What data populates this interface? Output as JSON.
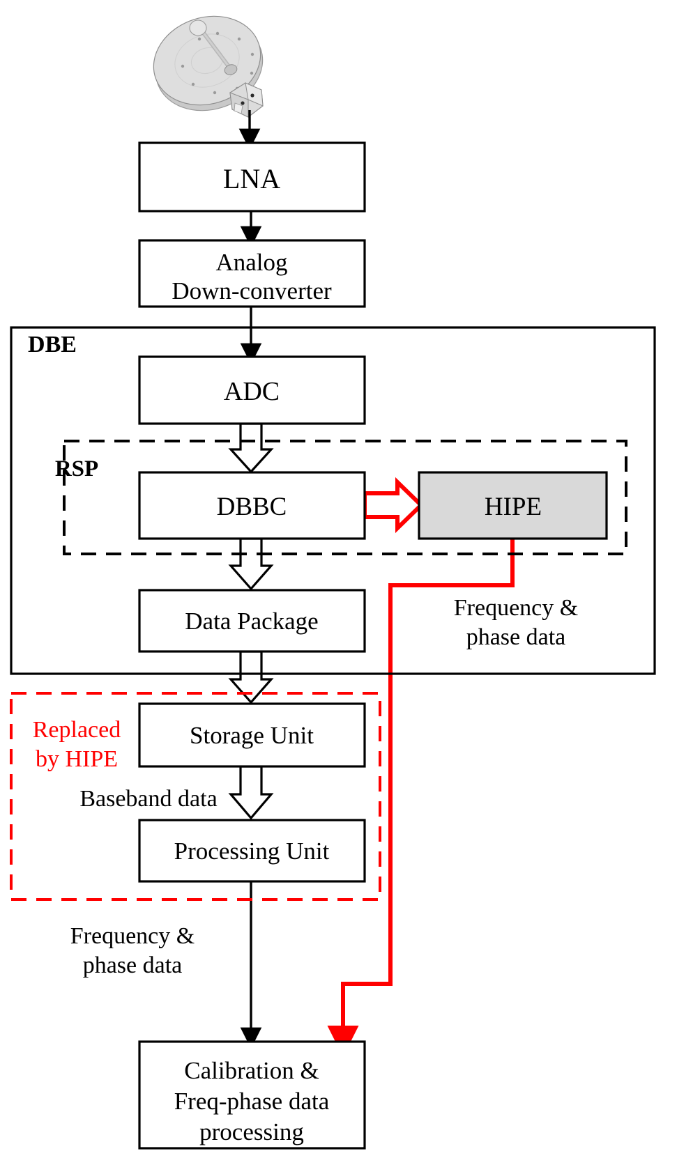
{
  "diagram": {
    "title": "Radio telescope digital backend signal chain with HIPE",
    "colors": {
      "line": "#000000",
      "highlight_red": "#ff0000",
      "hipe_fill": "#d9d9d9",
      "antenna_fill": "#d9d9d9",
      "background": "#ffffff"
    },
    "antenna": {
      "name": "antenna-dish",
      "label": ""
    },
    "nodes": [
      {
        "id": "lna",
        "label": "LNA",
        "lines": [
          "LNA"
        ]
      },
      {
        "id": "adc_down",
        "label": "Analog Down-converter",
        "lines": [
          "Analog",
          "Down-converter"
        ]
      },
      {
        "id": "adc",
        "label": "ADC",
        "lines": [
          "ADC"
        ]
      },
      {
        "id": "dbbc",
        "label": "DBBC",
        "lines": [
          "DBBC"
        ]
      },
      {
        "id": "hipe",
        "label": "HIPE",
        "lines": [
          "HIPE"
        ]
      },
      {
        "id": "datapkg",
        "label": "Data Package",
        "lines": [
          "Data Package"
        ]
      },
      {
        "id": "storage",
        "label": "Storage Unit",
        "lines": [
          "Storage Unit"
        ]
      },
      {
        "id": "processing",
        "label": "Processing Unit",
        "lines": [
          "Processing Unit"
        ]
      },
      {
        "id": "calib",
        "label": "Calibration & Freq-phase data processing",
        "lines": [
          "Calibration  &",
          "Freq-phase data",
          "processing"
        ]
      }
    ],
    "groups": [
      {
        "id": "dbe",
        "label": "DBE",
        "style": "solid-black"
      },
      {
        "id": "rsp",
        "label": "RSP",
        "style": "dashed-black"
      },
      {
        "id": "replaced",
        "label": "Replaced by HIPE",
        "lines": [
          "Replaced",
          "by HIPE"
        ],
        "style": "dashed-red"
      }
    ],
    "edge_labels": [
      {
        "id": "freq_phase_top",
        "lines": [
          "Frequency &",
          "phase data"
        ],
        "color": "#000000"
      },
      {
        "id": "baseband",
        "lines": [
          "Baseband data"
        ],
        "color": "#000000"
      },
      {
        "id": "freq_phase_bottom",
        "lines": [
          "Frequency &",
          "phase data"
        ],
        "color": "#000000"
      }
    ]
  }
}
